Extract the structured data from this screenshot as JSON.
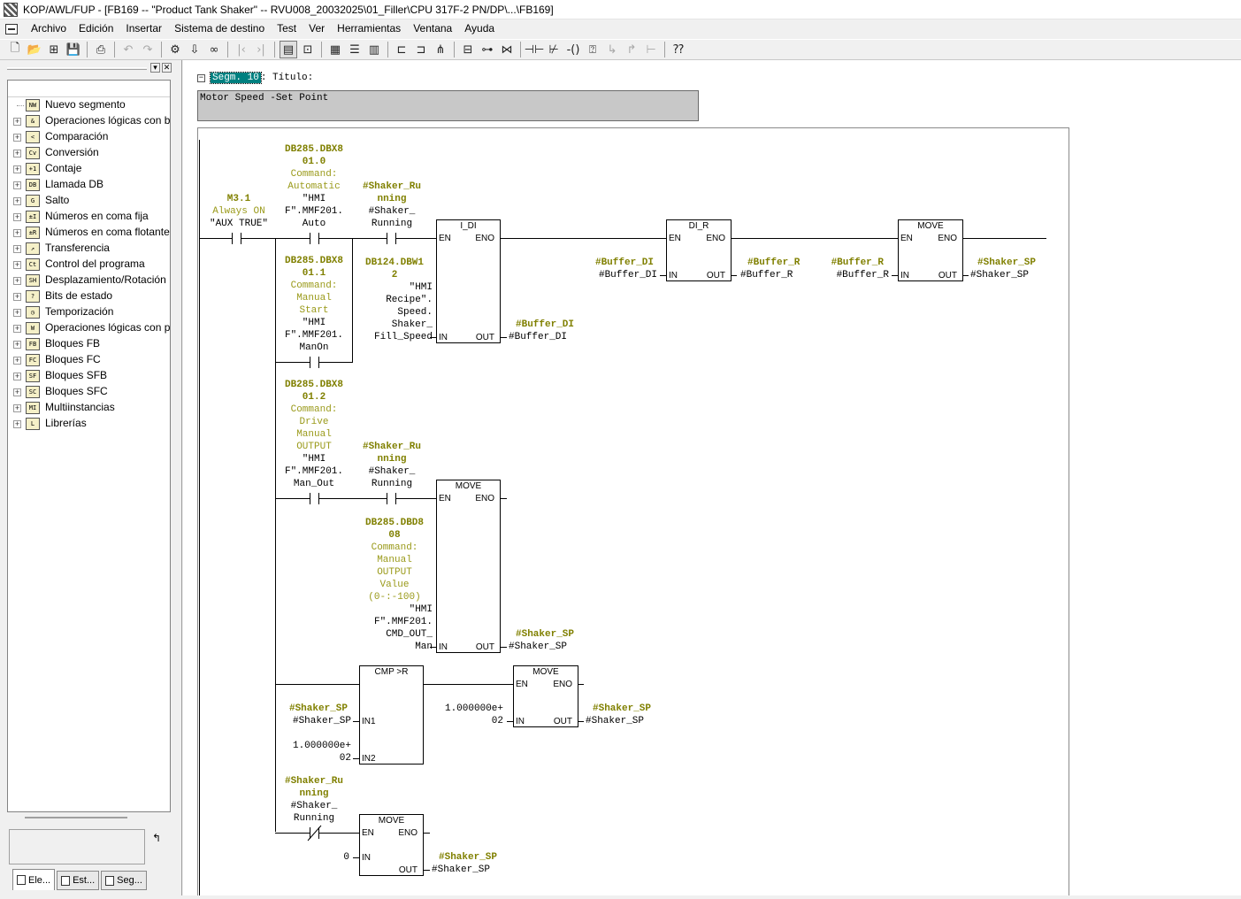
{
  "window": {
    "title": "KOP/AWL/FUP  - [FB169 -- \"Product Tank Shaker\" -- RVU008_20032025\\01_Filler\\CPU 317F-2 PN/DP\\...\\FB169]"
  },
  "menu": [
    "Archivo",
    "Edición",
    "Insertar",
    "Sistema de destino",
    "Test",
    "Ver",
    "Herramientas",
    "Ventana",
    "Ayuda"
  ],
  "toolbar_icons": [
    "new-icon",
    "open-icon",
    "network-icon",
    "save-icon",
    "print-icon",
    "undo-icon",
    "redo-icon",
    "monitor-icon",
    "download-icon",
    "glasses-icon",
    "stop-icon",
    "next-icon",
    "view-kop-icon",
    "view-zoom-icon",
    "overview-icon",
    "segment-icon",
    "columns-icon",
    "branch-open-icon",
    "branch-close-icon",
    "connect-icon",
    "box-icon",
    "coil-icon",
    "contact-no-icon",
    "contact-nc-icon",
    "coil-out-icon",
    "box-empty-icon",
    "branch-arrow-icon",
    "jump-icon",
    "help-cursor-icon"
  ],
  "tree": {
    "items": [
      {
        "label": "Nuevo segmento",
        "icon": "NW",
        "expandable": false
      },
      {
        "label": "Operaciones lógicas con bits",
        "icon": "&",
        "expandable": true
      },
      {
        "label": "Comparación",
        "icon": "<",
        "expandable": true
      },
      {
        "label": "Conversión",
        "icon": "Cv",
        "expandable": true
      },
      {
        "label": "Contaje",
        "icon": "+1",
        "expandable": true
      },
      {
        "label": "Llamada DB",
        "icon": "DB",
        "expandable": true
      },
      {
        "label": "Salto",
        "icon": "G",
        "expandable": true
      },
      {
        "label": "Números en coma fija",
        "icon": "±I",
        "expandable": true
      },
      {
        "label": "Números en coma flotante",
        "icon": "±R",
        "expandable": true
      },
      {
        "label": "Transferencia",
        "icon": "↗",
        "expandable": true
      },
      {
        "label": "Control del programa",
        "icon": "Ct",
        "expandable": true
      },
      {
        "label": "Desplazamiento/Rotación",
        "icon": "SH",
        "expandable": true
      },
      {
        "label": "Bits de estado",
        "icon": "?",
        "expandable": true
      },
      {
        "label": "Temporización",
        "icon": "◷",
        "expandable": true
      },
      {
        "label": "Operaciones lógicas con palabras",
        "icon": "W",
        "expandable": true
      },
      {
        "label": "Bloques FB",
        "icon": "FB",
        "expandable": true
      },
      {
        "label": "Bloques FC",
        "icon": "FC",
        "expandable": true
      },
      {
        "label": "Bloques SFB",
        "icon": "SF",
        "expandable": true
      },
      {
        "label": "Bloques SFC",
        "icon": "SC",
        "expandable": true
      },
      {
        "label": "Multiinstancias",
        "icon": "MI",
        "expandable": true
      },
      {
        "label": "Librerías",
        "icon": "L",
        "expandable": true
      }
    ],
    "tabs": [
      "Ele...",
      "Est...",
      "Seg..."
    ]
  },
  "segment": {
    "number": "Segm. 10",
    "title_label": ": Título:",
    "comment": "Motor Speed -Set Point"
  },
  "ladder": {
    "m31": {
      "sym": "M3.1",
      "cmt": "Always ON",
      "adr": "\"AUX TRUE\""
    },
    "auto": {
      "sym1": "DB285.DBX8",
      "sym2": "01.0",
      "cmt1": "Command:",
      "cmt2": "Automatic",
      "adr1": "\"HMI",
      "adr2": "F\".MMF201.",
      "adr3": "Auto"
    },
    "manon": {
      "sym1": "DB285.DBX8",
      "sym2": "01.1",
      "cmt1": "Command:",
      "cmt2": "Manual",
      "cmt3": "Start",
      "adr1": "\"HMI",
      "adr2": "F\".MMF201.",
      "adr3": "ManOn"
    },
    "manout": {
      "sym1": "DB285.DBX8",
      "sym2": "01.2",
      "cmt1": "Command:",
      "cmt2": "Drive",
      "cmt3": "Manual",
      "cmt4": "OUTPUT",
      "adr1": "\"HMI",
      "adr2": "F\".MMF201.",
      "adr3": "Man_Out"
    },
    "run1": {
      "sym1": "#Shaker_Ru",
      "sym2": "nning",
      "adr1": "#Shaker_",
      "adr2": "Running"
    },
    "run2": {
      "sym1": "#Shaker_Ru",
      "sym2": "nning",
      "adr1": "#Shaker_",
      "adr2": "Running"
    },
    "run3": {
      "sym1": "#Shaker_Ru",
      "sym2": "nning",
      "adr1": "#Shaker_",
      "adr2": "Running"
    },
    "idi": {
      "title": "I_DI",
      "en": "EN",
      "eno": "ENO",
      "in": "IN",
      "out": "OUT",
      "in_sym1": "DB124.DBW1",
      "in_sym2": "2",
      "in_adr1": "\"HMI",
      "in_adr2": "Recipe\".",
      "in_adr3": "Speed.",
      "in_adr4": "Shaker_",
      "in_adr5": "Fill_Speed",
      "out_sym": "#Buffer_DI",
      "out_adr": "#Buffer_DI"
    },
    "dir": {
      "title": "DI_R",
      "en": "EN",
      "eno": "ENO",
      "in": "IN",
      "out": "OUT",
      "in_sym": "#Buffer_DI",
      "in_adr": "#Buffer_DI",
      "out_sym": "#Buffer_R",
      "out_adr": "#Buffer_R"
    },
    "move1": {
      "title": "MOVE",
      "en": "EN",
      "eno": "ENO",
      "in": "IN",
      "out": "OUT",
      "in_sym": "#Buffer_R",
      "in_adr": "#Buffer_R",
      "out_sym": "#Shaker_SP",
      "out_adr": "#Shaker_SP"
    },
    "move2": {
      "title": "MOVE",
      "en": "EN",
      "eno": "ENO",
      "in": "IN",
      "out": "OUT",
      "in_sym1": "DB285.DBD8",
      "in_sym2": "08",
      "in_cmt1": "Command:",
      "in_cmt2": "Manual",
      "in_cmt3": "OUTPUT",
      "in_cmt4": "Value",
      "in_cmt5": "(0-:-100)",
      "in_adr1": "\"HMI",
      "in_adr2": "F\".MMF201.",
      "in_adr3": "CMD_OUT_",
      "in_adr4": "Man",
      "out_sym": "#Shaker_SP",
      "out_adr": "#Shaker_SP"
    },
    "cmp": {
      "title": "CMP >R",
      "in1": "IN1",
      "in2": "IN2",
      "in1_sym": "#Shaker_SP",
      "in1_adr": "#Shaker_SP",
      "in2_val1": "1.000000e+",
      "in2_val2": "02"
    },
    "move3": {
      "title": "MOVE",
      "en": "EN",
      "eno": "ENO",
      "in": "IN",
      "out": "OUT",
      "in_val1": "1.000000e+",
      "in_val2": "02",
      "out_sym": "#Shaker_SP",
      "out_adr": "#Shaker_SP"
    },
    "move4": {
      "title": "MOVE",
      "en": "EN",
      "eno": "ENO",
      "in": "IN",
      "out": "OUT",
      "in_val": "0",
      "out_sym": "#Shaker_SP",
      "out_adr": "#Shaker_SP"
    }
  },
  "colors": {
    "symbol": "#808000",
    "comment": "#9a9a1a",
    "segment_highlight": "#008080"
  }
}
